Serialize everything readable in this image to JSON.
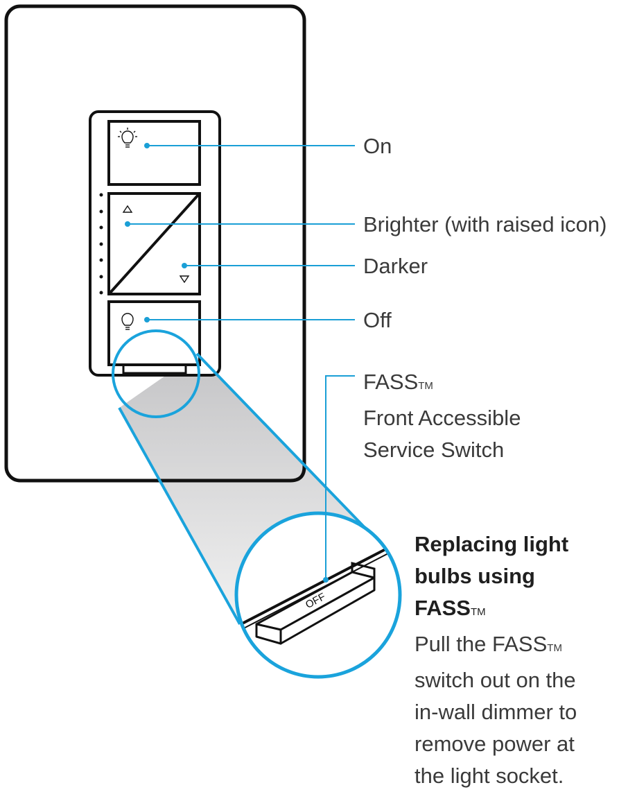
{
  "callouts": {
    "on": "On",
    "brighter": "Brighter (with raised icon)",
    "darker": "Darker",
    "off": "Off"
  },
  "fass": {
    "name": "FASS",
    "tm": "TM",
    "line2": "Front Accessible",
    "line3": "Service Switch"
  },
  "switch_label": "OFF",
  "note": {
    "title_line1": "Replacing light",
    "title_line2": "bulbs using",
    "title_line3": "FASS",
    "tm": "TM",
    "body_line1_pre": "Pull the FASS",
    "body_line2": "switch out on the",
    "body_line3": "in-wall dimmer to",
    "body_line4": "remove power at",
    "body_line5": "the light socket."
  },
  "colors": {
    "outline": "#111111",
    "callout_line": "#1a9fd6",
    "magnifier": "#1aa3dc",
    "beam": "#cfcfcf",
    "text": "#3a3a3a"
  }
}
